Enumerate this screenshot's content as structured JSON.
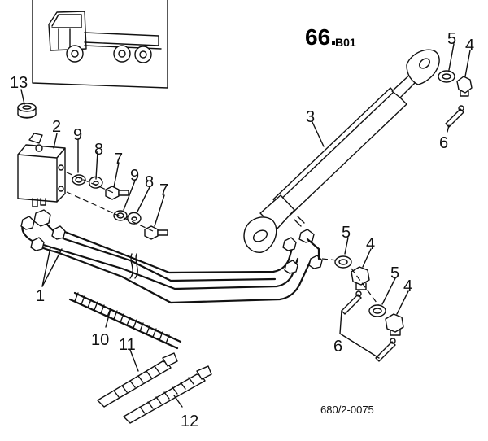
{
  "diagram": {
    "title_main": "66.",
    "title_sub": "B01",
    "drawing_code": "680/2-0075"
  },
  "callouts": [
    {
      "id": "c13",
      "label": "13"
    },
    {
      "id": "c2",
      "label": "2"
    },
    {
      "id": "c9a",
      "label": "9"
    },
    {
      "id": "c8a",
      "label": "8"
    },
    {
      "id": "c7a",
      "label": "7"
    },
    {
      "id": "c9b",
      "label": "9"
    },
    {
      "id": "c8b",
      "label": "8"
    },
    {
      "id": "c7b",
      "label": "7"
    },
    {
      "id": "c3",
      "label": "3"
    },
    {
      "id": "c5a",
      "label": "5"
    },
    {
      "id": "c4a",
      "label": "4"
    },
    {
      "id": "c6a",
      "label": "6"
    },
    {
      "id": "c5b",
      "label": "5"
    },
    {
      "id": "c4b",
      "label": "4"
    },
    {
      "id": "c5c",
      "label": "5"
    },
    {
      "id": "c4c",
      "label": "4"
    },
    {
      "id": "c6b",
      "label": "6"
    },
    {
      "id": "c1",
      "label": "1"
    },
    {
      "id": "c10",
      "label": "10"
    },
    {
      "id": "c11",
      "label": "11"
    },
    {
      "id": "c12",
      "label": "12"
    }
  ]
}
